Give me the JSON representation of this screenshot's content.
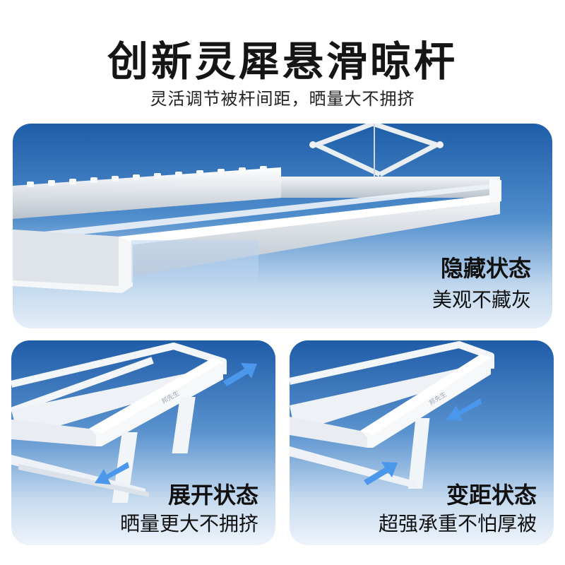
{
  "header": {
    "title": "创新灵犀悬滑晾杆",
    "subtitle": "灵活调节被杆间距，晒量大不拥挤"
  },
  "panels": [
    {
      "title": "隐藏状态",
      "description": "美观不藏灰"
    },
    {
      "title": "展开状态",
      "description": "晒量更大不拥挤",
      "brand_mark": "邦先生"
    },
    {
      "title": "变距状态",
      "description": "超强承重不怕厚被",
      "brand_mark": "邦先生"
    }
  ],
  "colors": {
    "panel_top": "#1e5ea8",
    "panel_bottom": "#e6eef8",
    "arrow": "#3a8de6"
  }
}
